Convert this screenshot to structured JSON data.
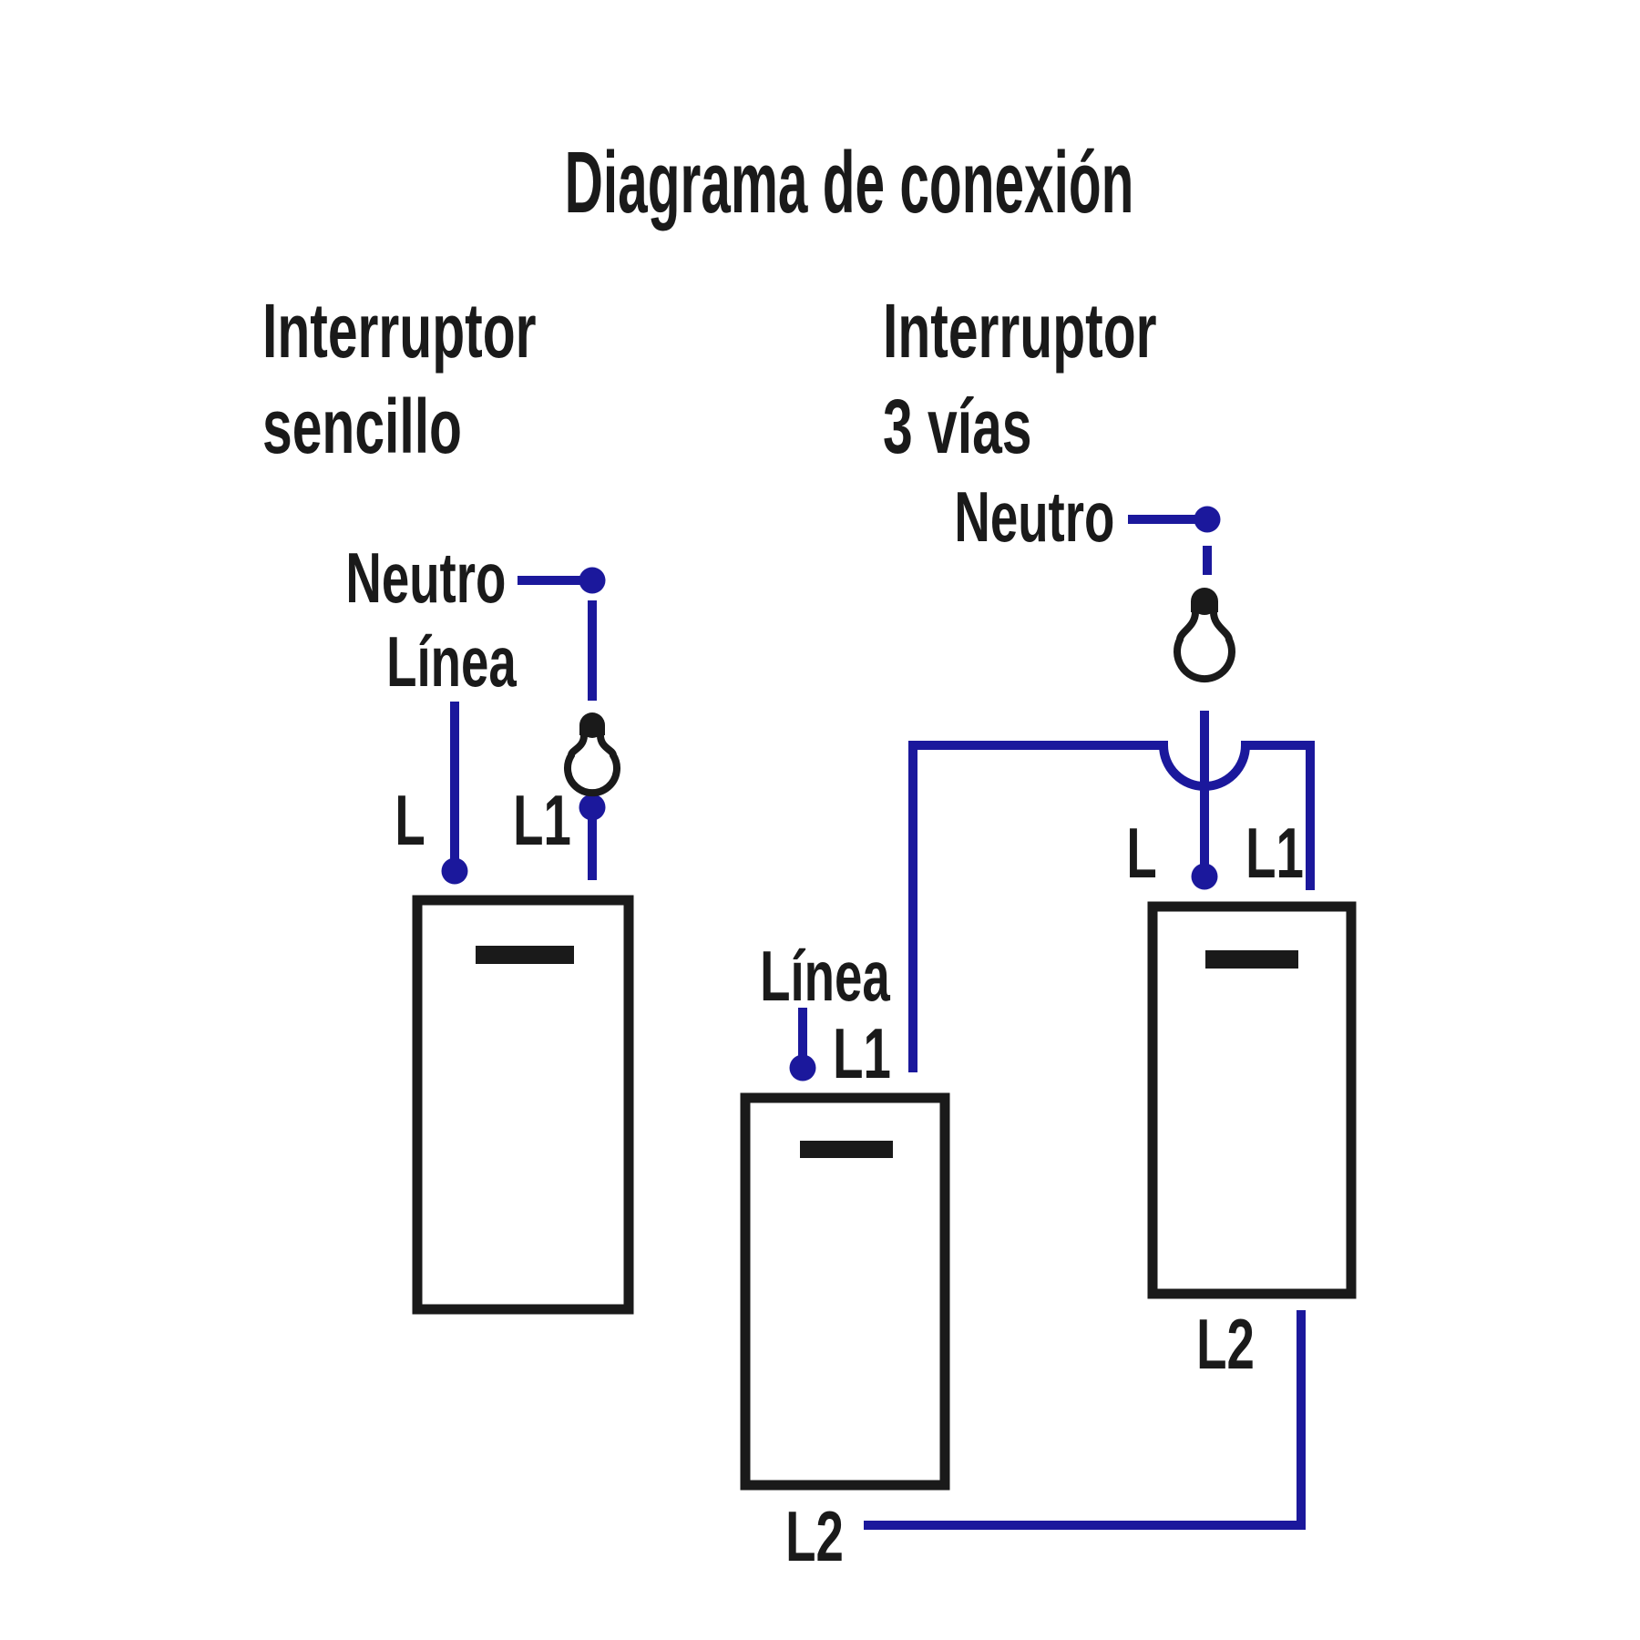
{
  "title": "Diagrama de conexión",
  "colors": {
    "wire_blue": "#1b189c",
    "ink_black": "#1a1a1a",
    "background": "#ffffff"
  },
  "sections": {
    "single": {
      "line1": "Interruptor",
      "line2": "sencillo"
    },
    "three_way": {
      "line1": "Interruptor",
      "line2": "3 vías"
    }
  },
  "labels": {
    "single": {
      "neutral": "Neutro",
      "line": "Línea",
      "l": "L",
      "l1": "L1"
    },
    "three_way": {
      "neutral": "Neutro",
      "line": "Línea",
      "switch1": {
        "l1": "L1",
        "l2": "L2"
      },
      "switch2": {
        "l": "L",
        "l1": "L1",
        "l2": "L2"
      }
    }
  }
}
